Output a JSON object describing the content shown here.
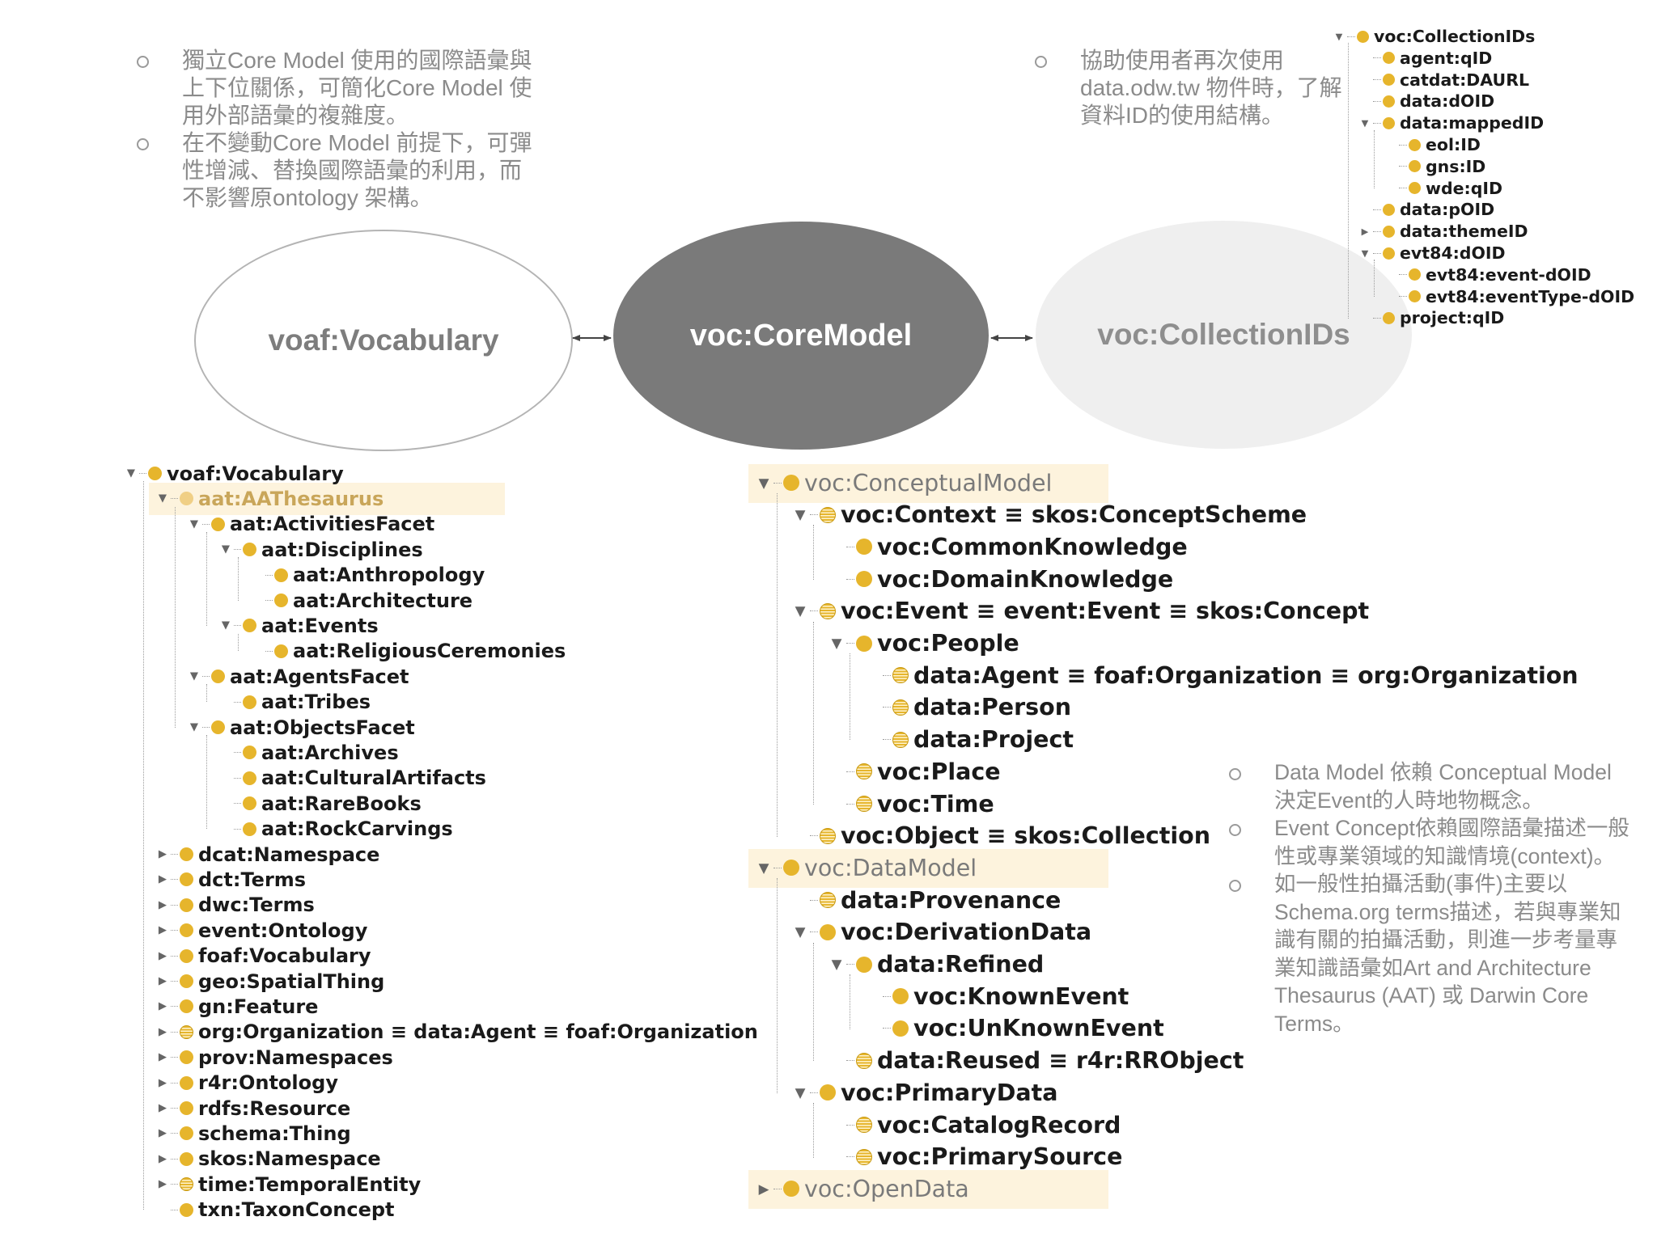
{
  "notes_left": [
    "獨立Core Model 使用的國際語彙與上下位關係，可簡化Core Model 使用外部語彙的複雜度。",
    "在不變動Core Model 前提下，可彈性增減、替換國際語彙的利用，而不影響原ontology 架構。"
  ],
  "notes_top": [
    "協助使用者再次使用data.odw.tw 物件時，了解資料ID的使用結構。"
  ],
  "notes_right": [
    "Data Model 依賴 Conceptual Model 決定Event的人時地物概念。",
    "Event Concept依賴國際語彙描述一般性或專業領域的知識情境(context)。",
    "如一般性拍攝活動(事件)主要以Schema.org terms描述，若與專業知識有關的拍攝活動，則進一步考量專業知識語彙如Art and Architecture Thesaurus (AAT) 或 Darwin Core Terms。"
  ],
  "ellipses": {
    "vocabulary": "voaf:Vocabulary",
    "core_model": "voc:CoreModel",
    "collection_ids": "voc:CollectionIDs"
  },
  "colors": {
    "node_icon": "#e6b52c",
    "core_fill": "#7a7a7a",
    "collection_fill": "#efefef",
    "highlight_row": "#fdf3dd",
    "note_text": "#8b8b8b"
  },
  "tree_collection": [
    {
      "label": "voc:CollectionIDs",
      "toggle": "open",
      "icon": "circle"
    },
    {
      "label": "agent:qID",
      "toggle": "none",
      "icon": "circle"
    },
    {
      "label": "catdat:DAURL",
      "toggle": "none",
      "icon": "circle"
    },
    {
      "label": "data:dOID",
      "toggle": "none",
      "icon": "circle"
    },
    {
      "label": "data:mappedID",
      "toggle": "open",
      "icon": "circle"
    },
    {
      "label": "eol:ID",
      "toggle": "none",
      "icon": "circle"
    },
    {
      "label": "gns:ID",
      "toggle": "none",
      "icon": "circle"
    },
    {
      "label": "wde:qID",
      "toggle": "none",
      "icon": "circle"
    },
    {
      "label": "data:pOID",
      "toggle": "none",
      "icon": "circle"
    },
    {
      "label": "data:themeID",
      "toggle": "closed",
      "icon": "circle"
    },
    {
      "label": "evt84:dOID",
      "toggle": "open",
      "icon": "circle"
    },
    {
      "label": "evt84:event-dOID",
      "toggle": "none",
      "icon": "circle"
    },
    {
      "label": "evt84:eventType-dOID",
      "toggle": "none",
      "icon": "circle"
    },
    {
      "label": "project:qID",
      "toggle": "none",
      "icon": "circle"
    }
  ],
  "tree_vocabulary": [
    {
      "label": "voaf:Vocabulary",
      "toggle": "open",
      "icon": "circle"
    },
    {
      "label": "aat:AAThesaurus",
      "toggle": "open",
      "icon": "circle",
      "selected": true
    },
    {
      "label": "aat:ActivitiesFacet",
      "toggle": "open",
      "icon": "circle"
    },
    {
      "label": "aat:Disciplines",
      "toggle": "open",
      "icon": "circle"
    },
    {
      "label": "aat:Anthropology",
      "toggle": "none",
      "icon": "circle"
    },
    {
      "label": "aat:Architecture",
      "toggle": "none",
      "icon": "circle"
    },
    {
      "label": "aat:Events",
      "toggle": "open",
      "icon": "circle"
    },
    {
      "label": "aat:ReligiousCeremonies",
      "toggle": "none",
      "icon": "circle"
    },
    {
      "label": "aat:AgentsFacet",
      "toggle": "open",
      "icon": "circle"
    },
    {
      "label": "aat:Tribes",
      "toggle": "none",
      "icon": "circle"
    },
    {
      "label": "aat:ObjectsFacet",
      "toggle": "open",
      "icon": "circle"
    },
    {
      "label": "aat:Archives",
      "toggle": "none",
      "icon": "circle"
    },
    {
      "label": "aat:CulturalArtifacts",
      "toggle": "none",
      "icon": "circle"
    },
    {
      "label": "aat:RareBooks",
      "toggle": "none",
      "icon": "circle"
    },
    {
      "label": "aat:RockCarvings",
      "toggle": "none",
      "icon": "circle"
    },
    {
      "label": "dcat:Namespace",
      "toggle": "closed",
      "icon": "circle"
    },
    {
      "label": "dct:Terms",
      "toggle": "closed",
      "icon": "circle"
    },
    {
      "label": "dwc:Terms",
      "toggle": "closed",
      "icon": "circle"
    },
    {
      "label": "event:Ontology",
      "toggle": "closed",
      "icon": "circle"
    },
    {
      "label": "foaf:Vocabulary",
      "toggle": "closed",
      "icon": "circle"
    },
    {
      "label": "geo:SpatialThing",
      "toggle": "closed",
      "icon": "circle"
    },
    {
      "label": "gn:Feature",
      "toggle": "closed",
      "icon": "circle"
    },
    {
      "label": "org:Organization ≡ data:Agent ≡ foaf:Organization",
      "toggle": "closed",
      "icon": "equivalent"
    },
    {
      "label": "prov:Namespaces",
      "toggle": "closed",
      "icon": "circle"
    },
    {
      "label": "r4r:Ontology",
      "toggle": "closed",
      "icon": "circle"
    },
    {
      "label": "rdfs:Resource",
      "toggle": "closed",
      "icon": "circle"
    },
    {
      "label": "schema:Thing",
      "toggle": "closed",
      "icon": "circle"
    },
    {
      "label": "skos:Namespace",
      "toggle": "closed",
      "icon": "circle"
    },
    {
      "label": "time:TemporalEntity",
      "toggle": "closed",
      "icon": "equivalent"
    },
    {
      "label": "txn:TaxonConcept",
      "toggle": "none",
      "icon": "circle"
    }
  ],
  "tree_coremodel": [
    {
      "label": "voc:ConceptualModel",
      "toggle": "open",
      "icon": "circle",
      "band": true
    },
    {
      "label": "voc:Context ≡ skos:ConceptScheme",
      "toggle": "open",
      "icon": "equivalent"
    },
    {
      "label": "voc:CommonKnowledge",
      "toggle": "none",
      "icon": "circle"
    },
    {
      "label": "voc:DomainKnowledge",
      "toggle": "none",
      "icon": "circle"
    },
    {
      "label": "voc:Event ≡ event:Event ≡ skos:Concept",
      "toggle": "open",
      "icon": "equivalent"
    },
    {
      "label": "voc:People",
      "toggle": "open",
      "icon": "circle"
    },
    {
      "label": "data:Agent ≡ foaf:Organization ≡ org:Organization",
      "toggle": "none",
      "icon": "equivalent"
    },
    {
      "label": "data:Person",
      "toggle": "none",
      "icon": "equivalent"
    },
    {
      "label": "data:Project",
      "toggle": "none",
      "icon": "equivalent"
    },
    {
      "label": "voc:Place",
      "toggle": "none",
      "icon": "equivalent"
    },
    {
      "label": "voc:Time",
      "toggle": "none",
      "icon": "equivalent"
    },
    {
      "label": "voc:Object ≡ skos:Collection",
      "toggle": "none",
      "icon": "equivalent"
    },
    {
      "label": "voc:DataModel",
      "toggle": "open",
      "icon": "circle",
      "band": true
    },
    {
      "label": "data:Provenance",
      "toggle": "none",
      "icon": "equivalent"
    },
    {
      "label": "voc:DerivationData",
      "toggle": "open",
      "icon": "circle"
    },
    {
      "label": "data:Refined",
      "toggle": "open",
      "icon": "circle"
    },
    {
      "label": "voc:KnownEvent",
      "toggle": "none",
      "icon": "circle"
    },
    {
      "label": "voc:UnKnownEvent",
      "toggle": "none",
      "icon": "circle"
    },
    {
      "label": "data:Reused ≡ r4r:RRObject",
      "toggle": "none",
      "icon": "equivalent"
    },
    {
      "label": "voc:PrimaryData",
      "toggle": "open",
      "icon": "circle"
    },
    {
      "label": "voc:CatalogRecord",
      "toggle": "none",
      "icon": "equivalent"
    },
    {
      "label": "voc:PrimarySource",
      "toggle": "none",
      "icon": "equivalent"
    },
    {
      "label": "voc:OpenData",
      "toggle": "closed",
      "icon": "circle",
      "band": true
    }
  ]
}
